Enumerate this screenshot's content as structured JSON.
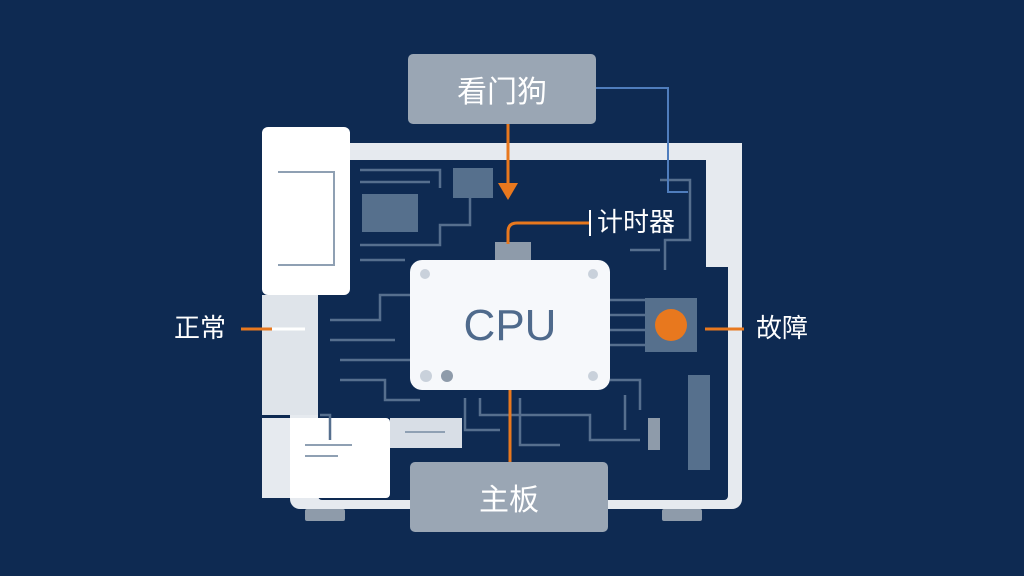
{
  "diagram": {
    "watchdog_label": "看门狗",
    "timer_label": "计时器",
    "cpu_label": "CPU",
    "motherboard_label": "主板",
    "normal_label": "正常",
    "fault_label": "故障"
  },
  "colors": {
    "background": "#0e2a52",
    "board_frame": "#e6eaef",
    "board_inner": "#0e2a52",
    "trace": "#566f8e",
    "label_box": "#9aa6b4",
    "cpu_box": "#f6f8fb",
    "cpu_text": "#4f6a8c",
    "accent_orange": "#e8781e",
    "fault_chip": "#56708d"
  }
}
